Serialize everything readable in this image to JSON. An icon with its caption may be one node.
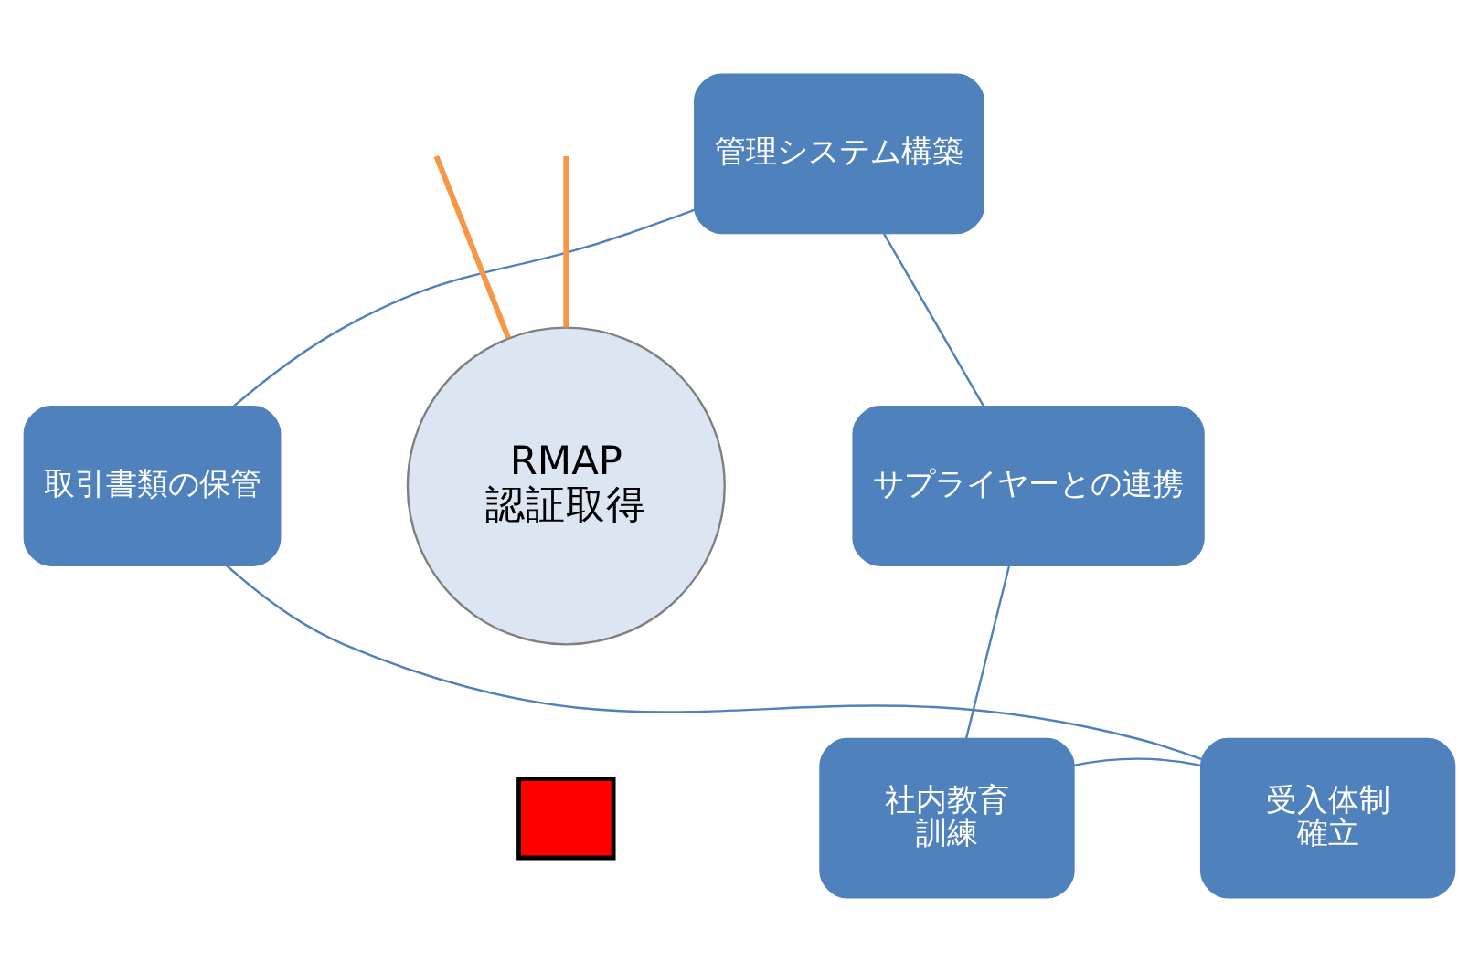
{
  "diagram": {
    "nodes": [
      {
        "text": [
          "管理システム構築"
        ]
      },
      {
        "text": [
          "取引書類の保管"
        ]
      },
      {
        "text": [
          "RMAP",
          "認証取得"
        ]
      },
      {
        "text": [
          "サプライヤーとの連携"
        ]
      },
      {
        "text": [
          "受入体制",
          "確立"
        ]
      },
      {
        "text": [
          "社内教育",
          "訓練"
        ]
      },
      {
        "text": [],
        "shape": "box"
      }
    ],
    "edges": [
      {
        "from": 0,
        "to": 3,
        "arrow": "none"
      },
      {
        "from": 3,
        "to": 5,
        "arrow": "none"
      },
      {
        "from": 5,
        "to": 4,
        "arrow": "none"
      },
      {
        "from": 4,
        "to": 1,
        "arrow": "none"
      },
      {
        "from": 1,
        "to": 0,
        "arrow": "none"
      },
      {
        "from": null,
        "to": 2,
        "arrow": "none",
        "color": "#f79646",
        "style": "thick"
      },
      {
        "from": null,
        "to": 2,
        "arrow": "none",
        "color": "#f79646",
        "style": "thick"
      }
    ]
  }
}
